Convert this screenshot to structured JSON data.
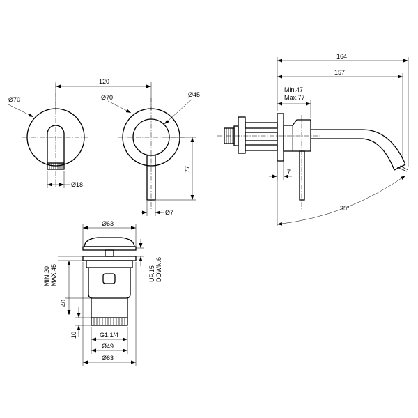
{
  "dimensions": {
    "d70_left": "Ø70",
    "d70_right": "Ø70",
    "d45": "Ø45",
    "d18": "Ø18",
    "d7": "Ø7",
    "w120": "120",
    "h77": "77",
    "w164": "164",
    "w157": "157",
    "min47": "Min.47",
    "max77": "Max.77",
    "w7": "7",
    "a35": "35°",
    "d63_top": "Ø63",
    "d63_bottom": "Ø63",
    "d49": "Ø49",
    "g114": "G1.1/4",
    "min20": "MIN.20",
    "max45": "MAX.45",
    "h40": "40",
    "h10": "10",
    "up15": "UP.15",
    "down6": "DOWN.6"
  }
}
